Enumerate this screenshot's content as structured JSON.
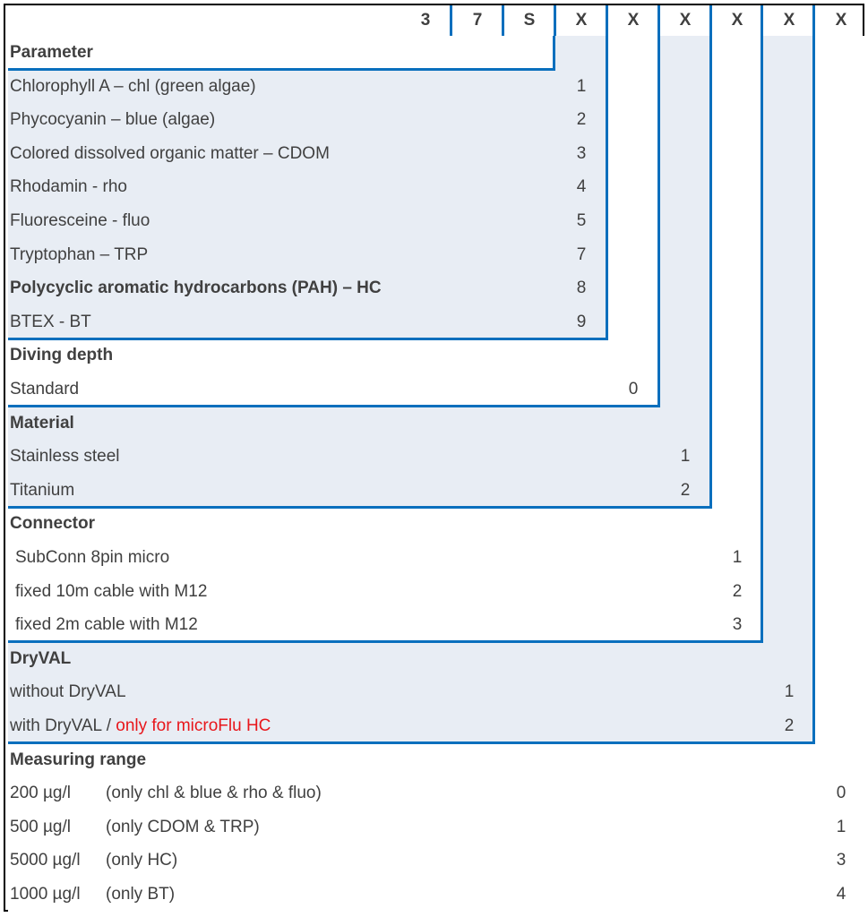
{
  "header": [
    "3",
    "7",
    "S",
    "X",
    "X",
    "X",
    "X",
    "X",
    "X"
  ],
  "sections": [
    {
      "title": "Parameter",
      "items": [
        {
          "label": "Chlorophyll A – chl (green algae)",
          "code": "1"
        },
        {
          "label": "Phycocyanin – blue (algae)",
          "code": "2"
        },
        {
          "label": "Colored dissolved organic matter – CDOM",
          "code": "3"
        },
        {
          "label": "Rhodamin - rho",
          "code": "4"
        },
        {
          "label": "Fluoresceine - fluo",
          "code": "5"
        },
        {
          "label": "Tryptophan – TRP",
          "code": "7"
        },
        {
          "label": "Polycyclic aromatic hydrocarbons (PAH) – HC",
          "code": "8",
          "bold": true
        },
        {
          "label": "BTEX - BT",
          "code": "9"
        }
      ]
    },
    {
      "title": "Diving depth",
      "items": [
        {
          "label": "Standard",
          "code": "0"
        }
      ]
    },
    {
      "title": "Material",
      "items": [
        {
          "label": "Stainless steel",
          "code": "1"
        },
        {
          "label": "Titanium",
          "code": "2"
        }
      ]
    },
    {
      "title": "Connector",
      "items": [
        {
          "label": " SubConn 8pin micro",
          "code": "1"
        },
        {
          "label": " fixed 10m cable with M12",
          "code": "2"
        },
        {
          "label": " fixed 2m cable with M12",
          "code": "3"
        }
      ]
    },
    {
      "title": "DryVAL",
      "items": [
        {
          "label": "without DryVAL",
          "code": "1"
        },
        {
          "label": "with DryVAL / ",
          "red": "only for microFlu HC",
          "code": "2"
        }
      ]
    },
    {
      "title": "Measuring range",
      "items": [
        {
          "label": "200 µg/l",
          "note": "(only chl & blue & rho & fluo)",
          "code": "0"
        },
        {
          "label": "500 µg/l",
          "note": "(only CDOM & TRP)",
          "code": "1"
        },
        {
          "label": "5000 µg/l",
          "note": "(only HC)",
          "code": "3"
        },
        {
          "label": "1000 µg/l",
          "note": "(only BT)",
          "code": "4"
        }
      ]
    }
  ],
  "colors": {
    "border": "#0a6fbd",
    "fill": "#e8edf4",
    "highlight": "#e8161b"
  }
}
